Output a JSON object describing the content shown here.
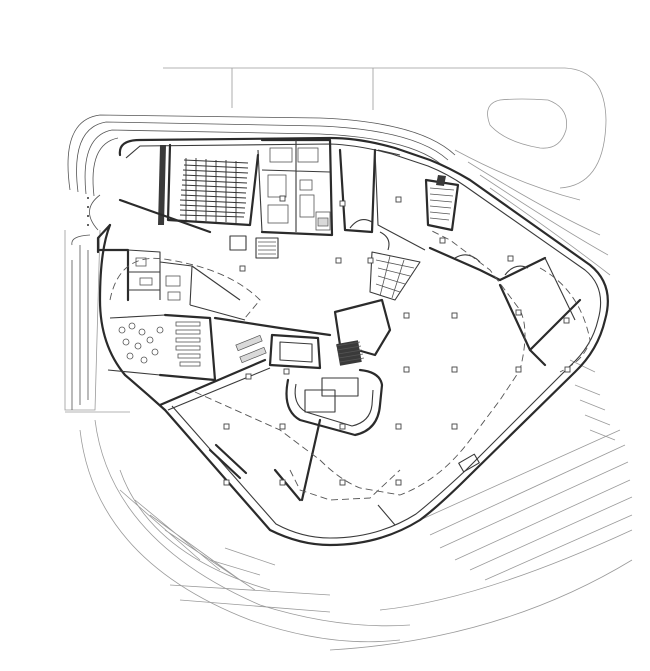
{
  "drawing": {
    "type": "architectural-floor-plan",
    "colors": {
      "background": "#ffffff",
      "ink": "#2b2b2b",
      "site_lines": "#9a9a9a",
      "hatch": "#3a3a3a"
    },
    "structural_column_count": 27,
    "auditorium_seat_rows": 14
  }
}
